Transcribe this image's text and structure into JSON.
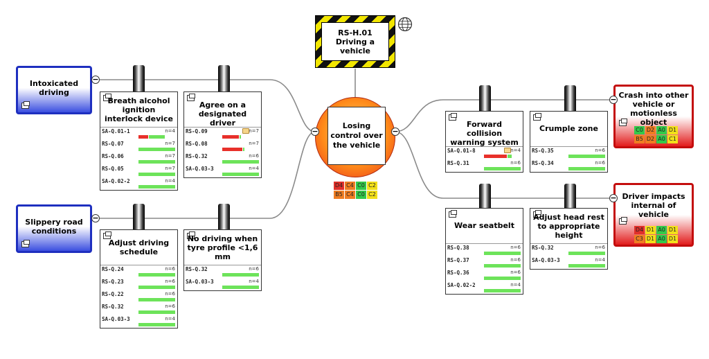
{
  "hazard": {
    "label": "RS-H.01 Driving a vehicle",
    "icon": "globe-icon"
  },
  "top_event": {
    "label": "Losing control over the vehicle",
    "risk_matrix": [
      {
        "code": "D4",
        "color": "#e0302a"
      },
      {
        "code": "C4",
        "color": "#ef7d22"
      },
      {
        "code": "C0",
        "color": "#33c94a"
      },
      {
        "code": "C2",
        "color": "#f2e01a"
      },
      {
        "code": "B5",
        "color": "#ef7d22"
      },
      {
        "code": "C4",
        "color": "#ef7d22"
      },
      {
        "code": "C0",
        "color": "#33c94a"
      },
      {
        "code": "C2",
        "color": "#f2e01a"
      }
    ]
  },
  "threats": [
    {
      "label": "Intoxicated driving"
    },
    {
      "label": "Slippery road conditions"
    }
  ],
  "consequences": [
    {
      "label": "Crash into other vehicle or motionless object",
      "risk_matrix": [
        {
          "code": "C0",
          "color": "#33c94a"
        },
        {
          "code": "D2",
          "color": "#ef7d22"
        },
        {
          "code": "A0",
          "color": "#33c94a"
        },
        {
          "code": "D1",
          "color": "#f2e01a"
        },
        {
          "code": "B5",
          "color": "#ef7d22"
        },
        {
          "code": "D2",
          "color": "#ef7d22"
        },
        {
          "code": "A0",
          "color": "#33c94a"
        },
        {
          "code": "C1",
          "color": "#f2e01a"
        }
      ]
    },
    {
      "label": "Driver impacts internal of vehicle",
      "risk_matrix": [
        {
          "code": "D4",
          "color": "#e0302a"
        },
        {
          "code": "D1",
          "color": "#f2e01a"
        },
        {
          "code": "A0",
          "color": "#33c94a"
        },
        {
          "code": "D1",
          "color": "#f2e01a"
        },
        {
          "code": "C3",
          "color": "#ef7d22"
        },
        {
          "code": "D1",
          "color": "#f2e01a"
        },
        {
          "code": "A0",
          "color": "#33c94a"
        },
        {
          "code": "D1",
          "color": "#f2e01a"
        }
      ]
    }
  ],
  "barriers": [
    {
      "title": "Breath alcohol ignition interlock device",
      "rows": [
        {
          "label": "SA-Q.01-1",
          "n": "n=4",
          "red": 0.27,
          "green": 0.46
        },
        {
          "label": "RS-Q.07",
          "n": "n=7",
          "green": 1
        },
        {
          "label": "RS-Q.06",
          "n": "n=7",
          "green": 1
        },
        {
          "label": "RS-Q.05",
          "n": "n=7",
          "green": 1
        },
        {
          "label": "SA-Q.02-2",
          "n": "n=4",
          "green": 1
        }
      ]
    },
    {
      "title": "Agree on a designated driver",
      "rows": [
        {
          "label": "RS-Q.09",
          "n": "n=7",
          "red": 0.45,
          "green": 0.05,
          "comment": true
        },
        {
          "label": "RS-Q.08",
          "n": "n=7",
          "red": 0.55,
          "green": 0.06
        },
        {
          "label": "RS-Q.32",
          "n": "n=6",
          "green": 1
        },
        {
          "label": "SA-Q.03-3",
          "n": "n=4",
          "green": 1
        }
      ]
    },
    {
      "title": "Adjust driving schedule",
      "rows": [
        {
          "label": "RS-Q.24",
          "n": "n=6",
          "green": 1
        },
        {
          "label": "RS-Q.23",
          "n": "n=6",
          "green": 1
        },
        {
          "label": "RS-Q.22",
          "n": "n=6",
          "green": 1
        },
        {
          "label": "RS-Q.32",
          "n": "n=6",
          "green": 1
        },
        {
          "label": "SA-Q.03-3",
          "n": "n=4",
          "green": 1
        }
      ]
    },
    {
      "title": "No driving when tyre profile <1,6 mm",
      "rows": [
        {
          "label": "RS-Q.32",
          "n": "n=6",
          "green": 1
        },
        {
          "label": "SA-Q.03-3",
          "n": "n=4",
          "green": 1
        }
      ]
    },
    {
      "title": "Forward collision warning system",
      "rows": [
        {
          "label": "SA-Q.01-8",
          "n": "n=4",
          "red": 0.62,
          "green": 0.13,
          "comment": true
        },
        {
          "label": "RS-Q.31",
          "n": "n=6",
          "green": 1
        }
      ]
    },
    {
      "title": "Crumple zone",
      "rows": [
        {
          "label": "RS-Q.35",
          "n": "n=6",
          "green": 1
        },
        {
          "label": "RS-Q.34",
          "n": "n=6",
          "green": 1
        }
      ]
    },
    {
      "title": "Wear seatbelt",
      "rows": [
        {
          "label": "RS-Q.38",
          "n": "n=6",
          "green": 1
        },
        {
          "label": "RS-Q.37",
          "n": "n=6",
          "green": 1
        },
        {
          "label": "RS-Q.36",
          "n": "n=6",
          "green": 1
        },
        {
          "label": "SA-Q.02-2",
          "n": "n=4",
          "green": 1
        }
      ]
    },
    {
      "title": "Adjust head rest to appropriate height",
      "rows": [
        {
          "label": "RS-Q.32",
          "n": "n=6",
          "green": 1
        },
        {
          "label": "SA-Q.03-3",
          "n": "n=4",
          "green": 1
        }
      ]
    }
  ]
}
